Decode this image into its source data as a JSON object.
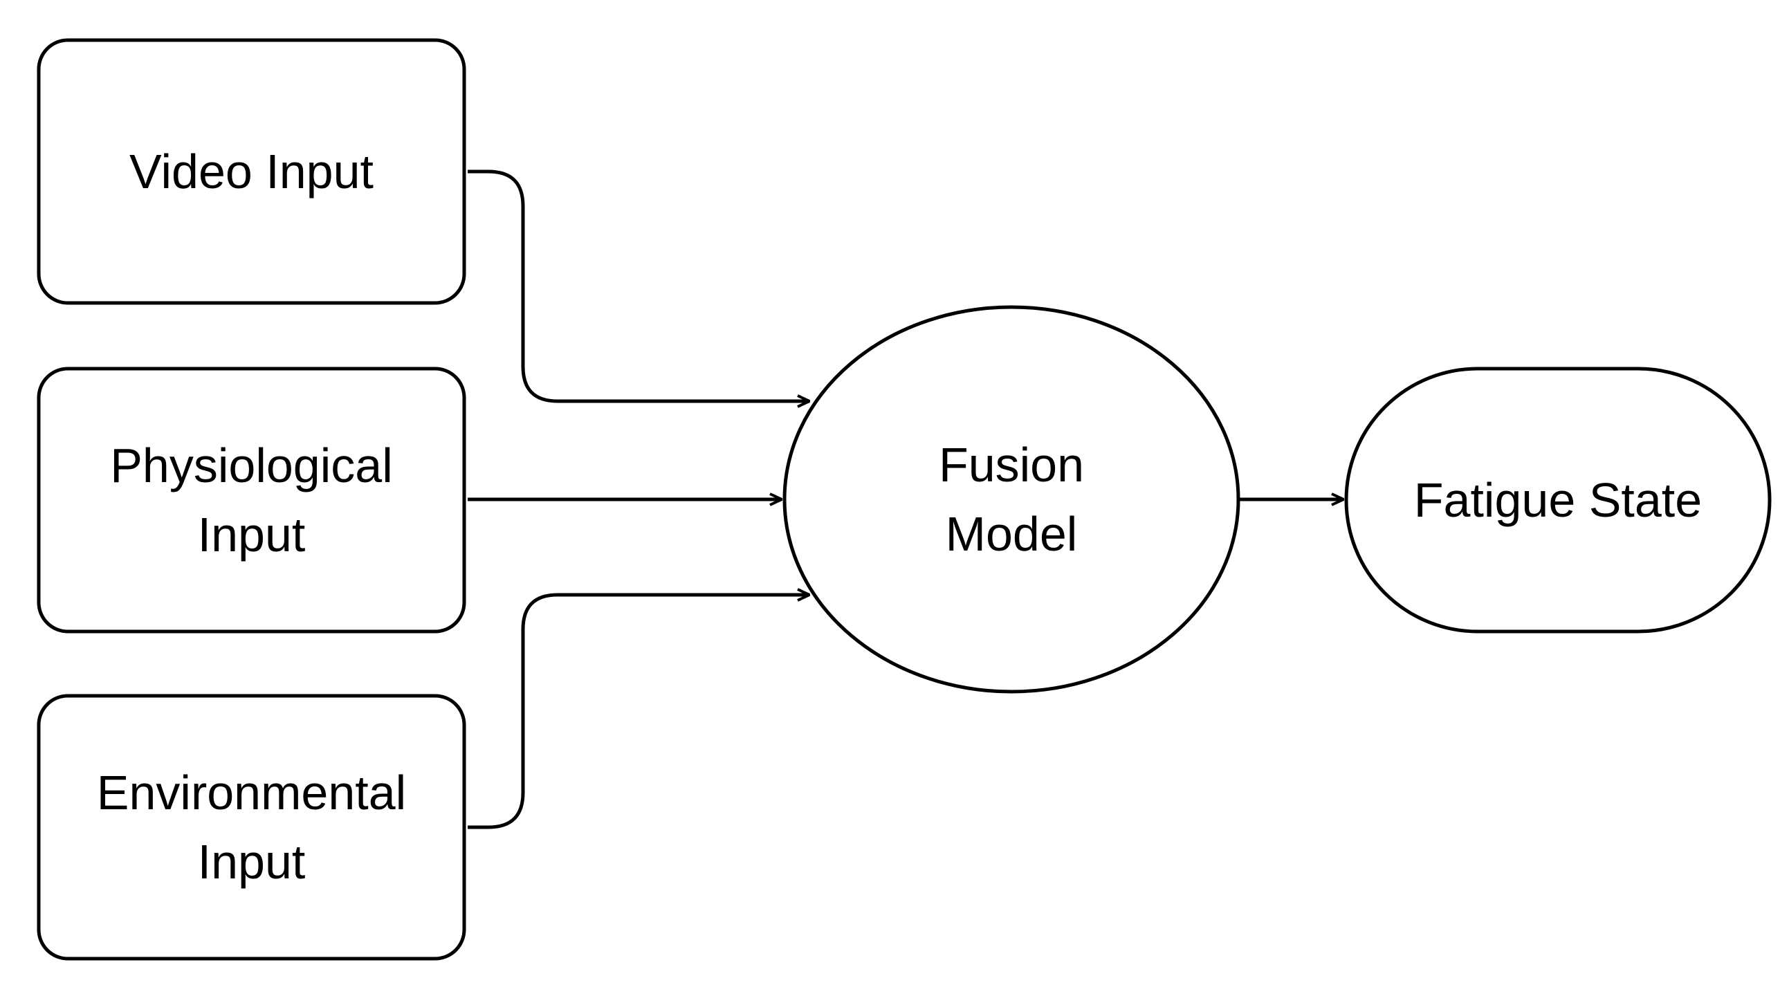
{
  "diagram": {
    "type": "flowchart",
    "stroke_color": "#000000",
    "fill_color": "#ffffff",
    "nodes": {
      "video": {
        "shape": "rounded-rectangle",
        "lines": [
          "Video Input"
        ]
      },
      "physio": {
        "shape": "rounded-rectangle",
        "lines": [
          "Physiological",
          "Input"
        ]
      },
      "env": {
        "shape": "rounded-rectangle",
        "lines": [
          "Environmental",
          "Input"
        ]
      },
      "fusion": {
        "shape": "ellipse",
        "lines": [
          "Fusion",
          "Model"
        ]
      },
      "fatigue": {
        "shape": "stadium",
        "lines": [
          "Fatigue State"
        ]
      }
    },
    "edges": [
      {
        "from": "Video Input",
        "to": "Fusion Model"
      },
      {
        "from": "Physiological Input",
        "to": "Fusion Model"
      },
      {
        "from": "Environmental Input",
        "to": "Fusion Model"
      },
      {
        "from": "Fusion Model",
        "to": "Fatigue State"
      }
    ]
  }
}
